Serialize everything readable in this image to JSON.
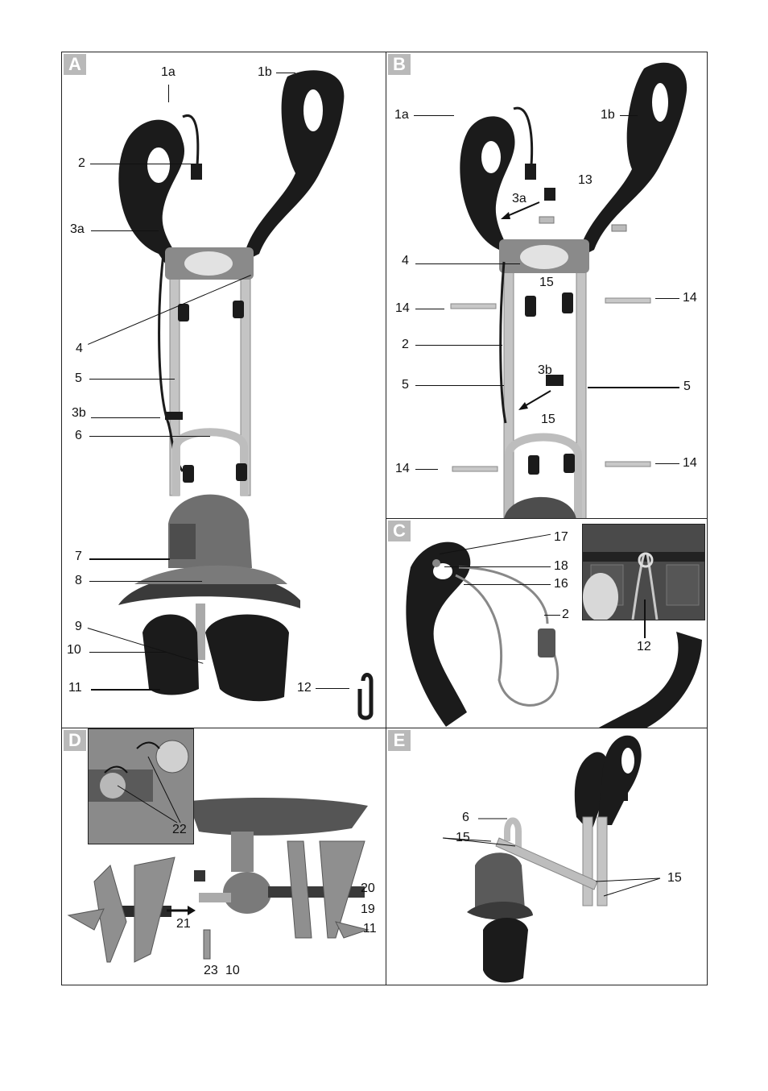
{
  "panels": {
    "A": {
      "letter": "A",
      "labels": {
        "l1a": "1a",
        "l1b": "1b",
        "l2": "2",
        "l3a": "3a",
        "l4": "4",
        "l5": "5",
        "l3b": "3b",
        "l6": "6",
        "l7": "7",
        "l8": "8",
        "l9": "9",
        "l10": "10",
        "l11": "11",
        "l12": "12"
      }
    },
    "B": {
      "letter": "B",
      "labels": {
        "l1a": "1a",
        "l1b": "1b",
        "l13": "13",
        "l3a": "3a",
        "l4": "4",
        "l15a": "15",
        "l14a": "14",
        "l14b": "14",
        "l2": "2",
        "l3b": "3b",
        "l5a": "5",
        "l5b": "5",
        "l15b": "15",
        "l14c": "14",
        "l14d": "14"
      }
    },
    "C": {
      "letter": "C",
      "labels": {
        "l17": "17",
        "l18": "18",
        "l16": "16",
        "l2": "2",
        "l12": "12"
      }
    },
    "D": {
      "letter": "D",
      "labels": {
        "l22": "22",
        "l20": "20",
        "l19": "19",
        "l21": "21",
        "l11": "11",
        "l23": "23",
        "l10": "10"
      }
    },
    "E": {
      "letter": "E",
      "labels": {
        "l6": "6",
        "l15a": "15",
        "l15b": "15"
      }
    }
  },
  "colors": {
    "handle": "#1b1b1b",
    "frame": "#bdbdbd",
    "motor": "#6f6f6f",
    "border": "#222222"
  }
}
